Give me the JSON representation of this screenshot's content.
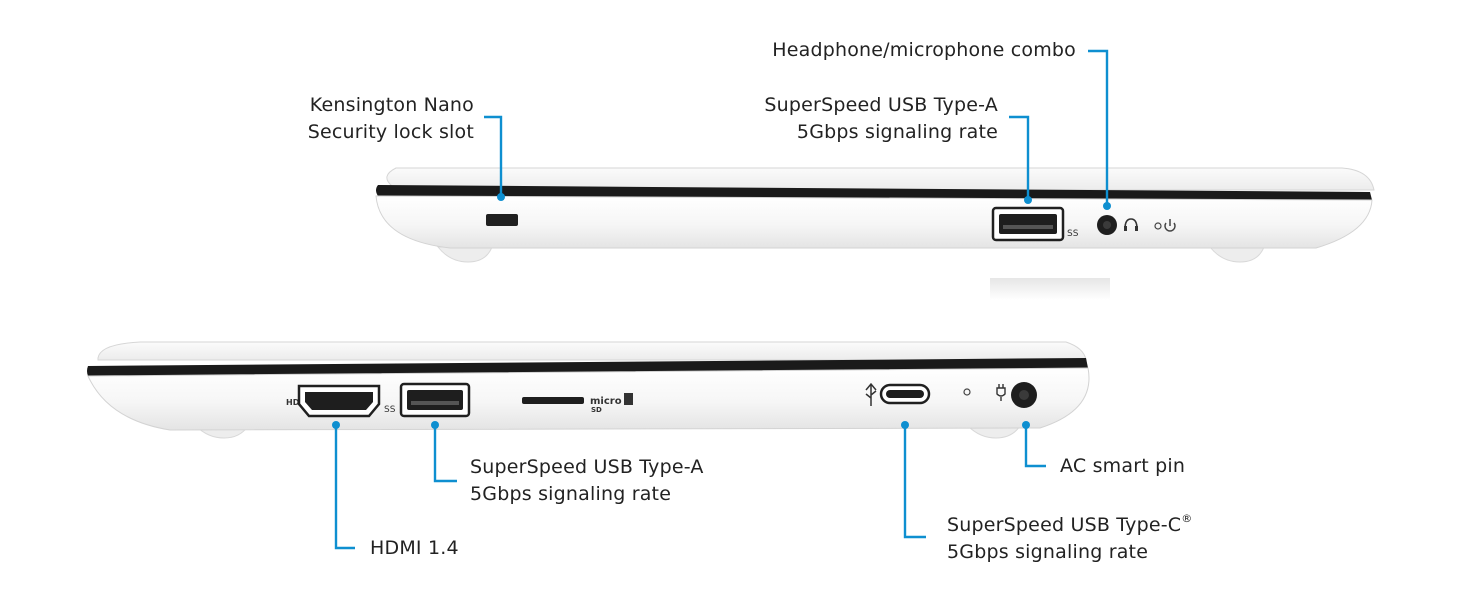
{
  "colors": {
    "accent": "#0e8fd0",
    "label_text": "#222222",
    "chassis": "#f7f7f7",
    "seam": "#1a1a1a",
    "port": "#202020"
  },
  "right_side": {
    "headphone": {
      "line1": "Headphone/microphone combo"
    },
    "kensington": {
      "line1": "Kensington Nano",
      "line2": "Security lock slot"
    },
    "usb_a": {
      "line1": "SuperSpeed USB Type-A",
      "line2": "5Gbps signaling rate"
    }
  },
  "left_side": {
    "usb_a": {
      "line1": "SuperSpeed USB Type-A",
      "line2": "5Gbps signaling rate"
    },
    "hdmi": {
      "line1": "HDMI 1.4"
    },
    "usb_c": {
      "line1": "SuperSpeed USB Type-C",
      "sup": "®",
      "line2": "5Gbps signaling rate"
    },
    "ac_pin": {
      "line1": "AC smart pin"
    }
  },
  "port_markings": {
    "hdmi": "HDMI",
    "ss": "SS",
    "micro": "micro",
    "sd": "SD"
  }
}
